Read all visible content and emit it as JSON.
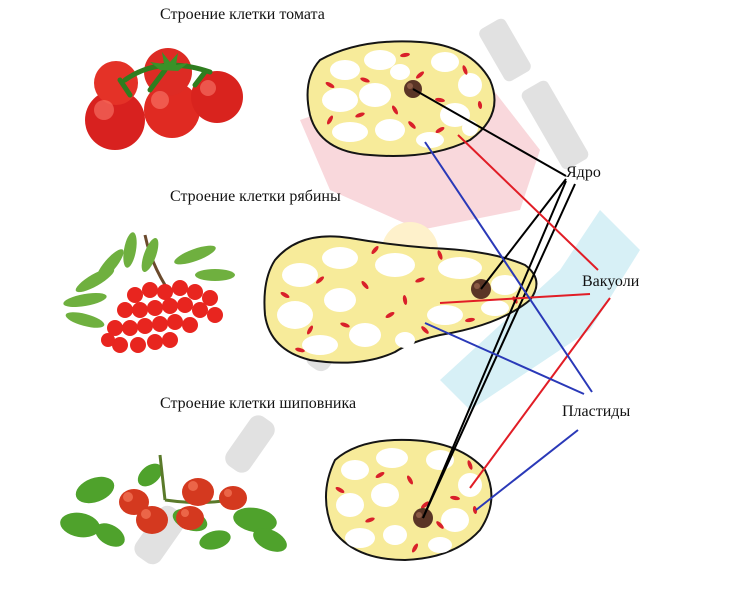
{
  "titles": {
    "tomato": "Строение клетки томата",
    "rowan": "Строение клетки рябины",
    "rose": "Строение клетки шиповника"
  },
  "labels": {
    "nucleus": "Ядро",
    "vacuoles": "Вакуоли",
    "plastids": "Пластиды"
  },
  "colors": {
    "cytoplasm": "#f7eb9a",
    "vacuole": "#ffffff",
    "plastid": "#d9202a",
    "nucleus": "#5a3526",
    "nucleus_line": "#000000",
    "vacuole_line": "#e11d26",
    "plastid_line": "#2a39b8",
    "watermark_red": "#f4b8bf",
    "watermark_teal": "#b6e4ee",
    "watermark_grey": "#c9c9c9"
  },
  "icons": {
    "tomato": "tomato-bunch-icon",
    "rowan": "rowan-berries-icon",
    "rose": "rosehip-icon"
  }
}
